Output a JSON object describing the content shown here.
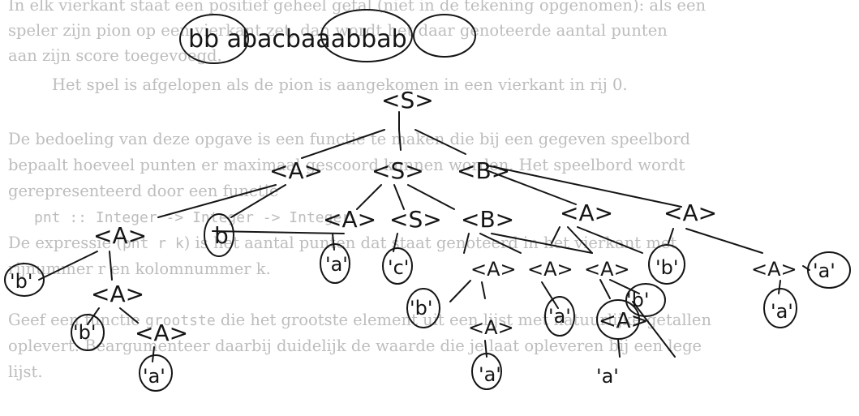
{
  "printed_text": {
    "p1_line1": "In elk vierkant staat een positief geheel getal (niet in de tekening opgenomen): als een",
    "p1_line2": "speler zijn pion op een vierkant zet, dan wordt het daar genoteerde aantal punten",
    "p1_line3": "aan zijn score toegevoegd.",
    "p2_line1": "Het spel is afgelopen als de pion is aangekomen in een vierkant in rij 0.",
    "p3_line1": "De bedoeling van deze opgave is een functie te maken die bij een gegeven speelbord",
    "p3_line2": "bepaalt hoeveel punten er maximaal gescoord kunnen worden.  Het speelbord wordt",
    "p3_line3": "gerepresenteerd door een functie",
    "code_line": "pnt :: Integer -> Integer -> Integer",
    "p4_line1_a": "De expressie (",
    "p4_line1_code": "pnt r k",
    "p4_line1_b": ") is het aantal punten dat staat genoteerd in het vierkant met",
    "p4_line2": "rijnummer r en kolomnummer k.",
    "p5_line1_a": "Geef een functie ",
    "p5_line1_code": "grootste",
    "p5_line1_b": " die het grootste element uit een lijst met natuurlijke getallen",
    "p5_line2": "oplevert.  Beargumenteer daarbij duidelijk de waarde die je laat opleveren bij een lege",
    "p5_line3": "lijst."
  },
  "handwriting": {
    "input_string": "bb abacbaaabbab",
    "root": "<S>",
    "level1": [
      "<A>",
      "<S>",
      "<B>"
    ],
    "level2": [
      "<A>",
      "b",
      "<A>",
      "<S>",
      "<B>",
      "<A>",
      "<A>"
    ],
    "terminals_left": [
      "'b'",
      "'b'",
      "'a'",
      "'a'",
      "'c'"
    ],
    "terminals_middle": [
      "'b'",
      "'a'",
      "'a'",
      "'a'"
    ],
    "terminals_right": [
      "'a'",
      "'b'",
      "'b'",
      "'a'"
    ],
    "lower_nodes": [
      "<A>",
      "<A>",
      "<A>",
      "<A>",
      "<A>",
      "<A>",
      "<A>",
      "<A>"
    ]
  },
  "colors": {
    "print": "#bdbdbd",
    "ink": "#151515",
    "paper": "#ffffff"
  }
}
